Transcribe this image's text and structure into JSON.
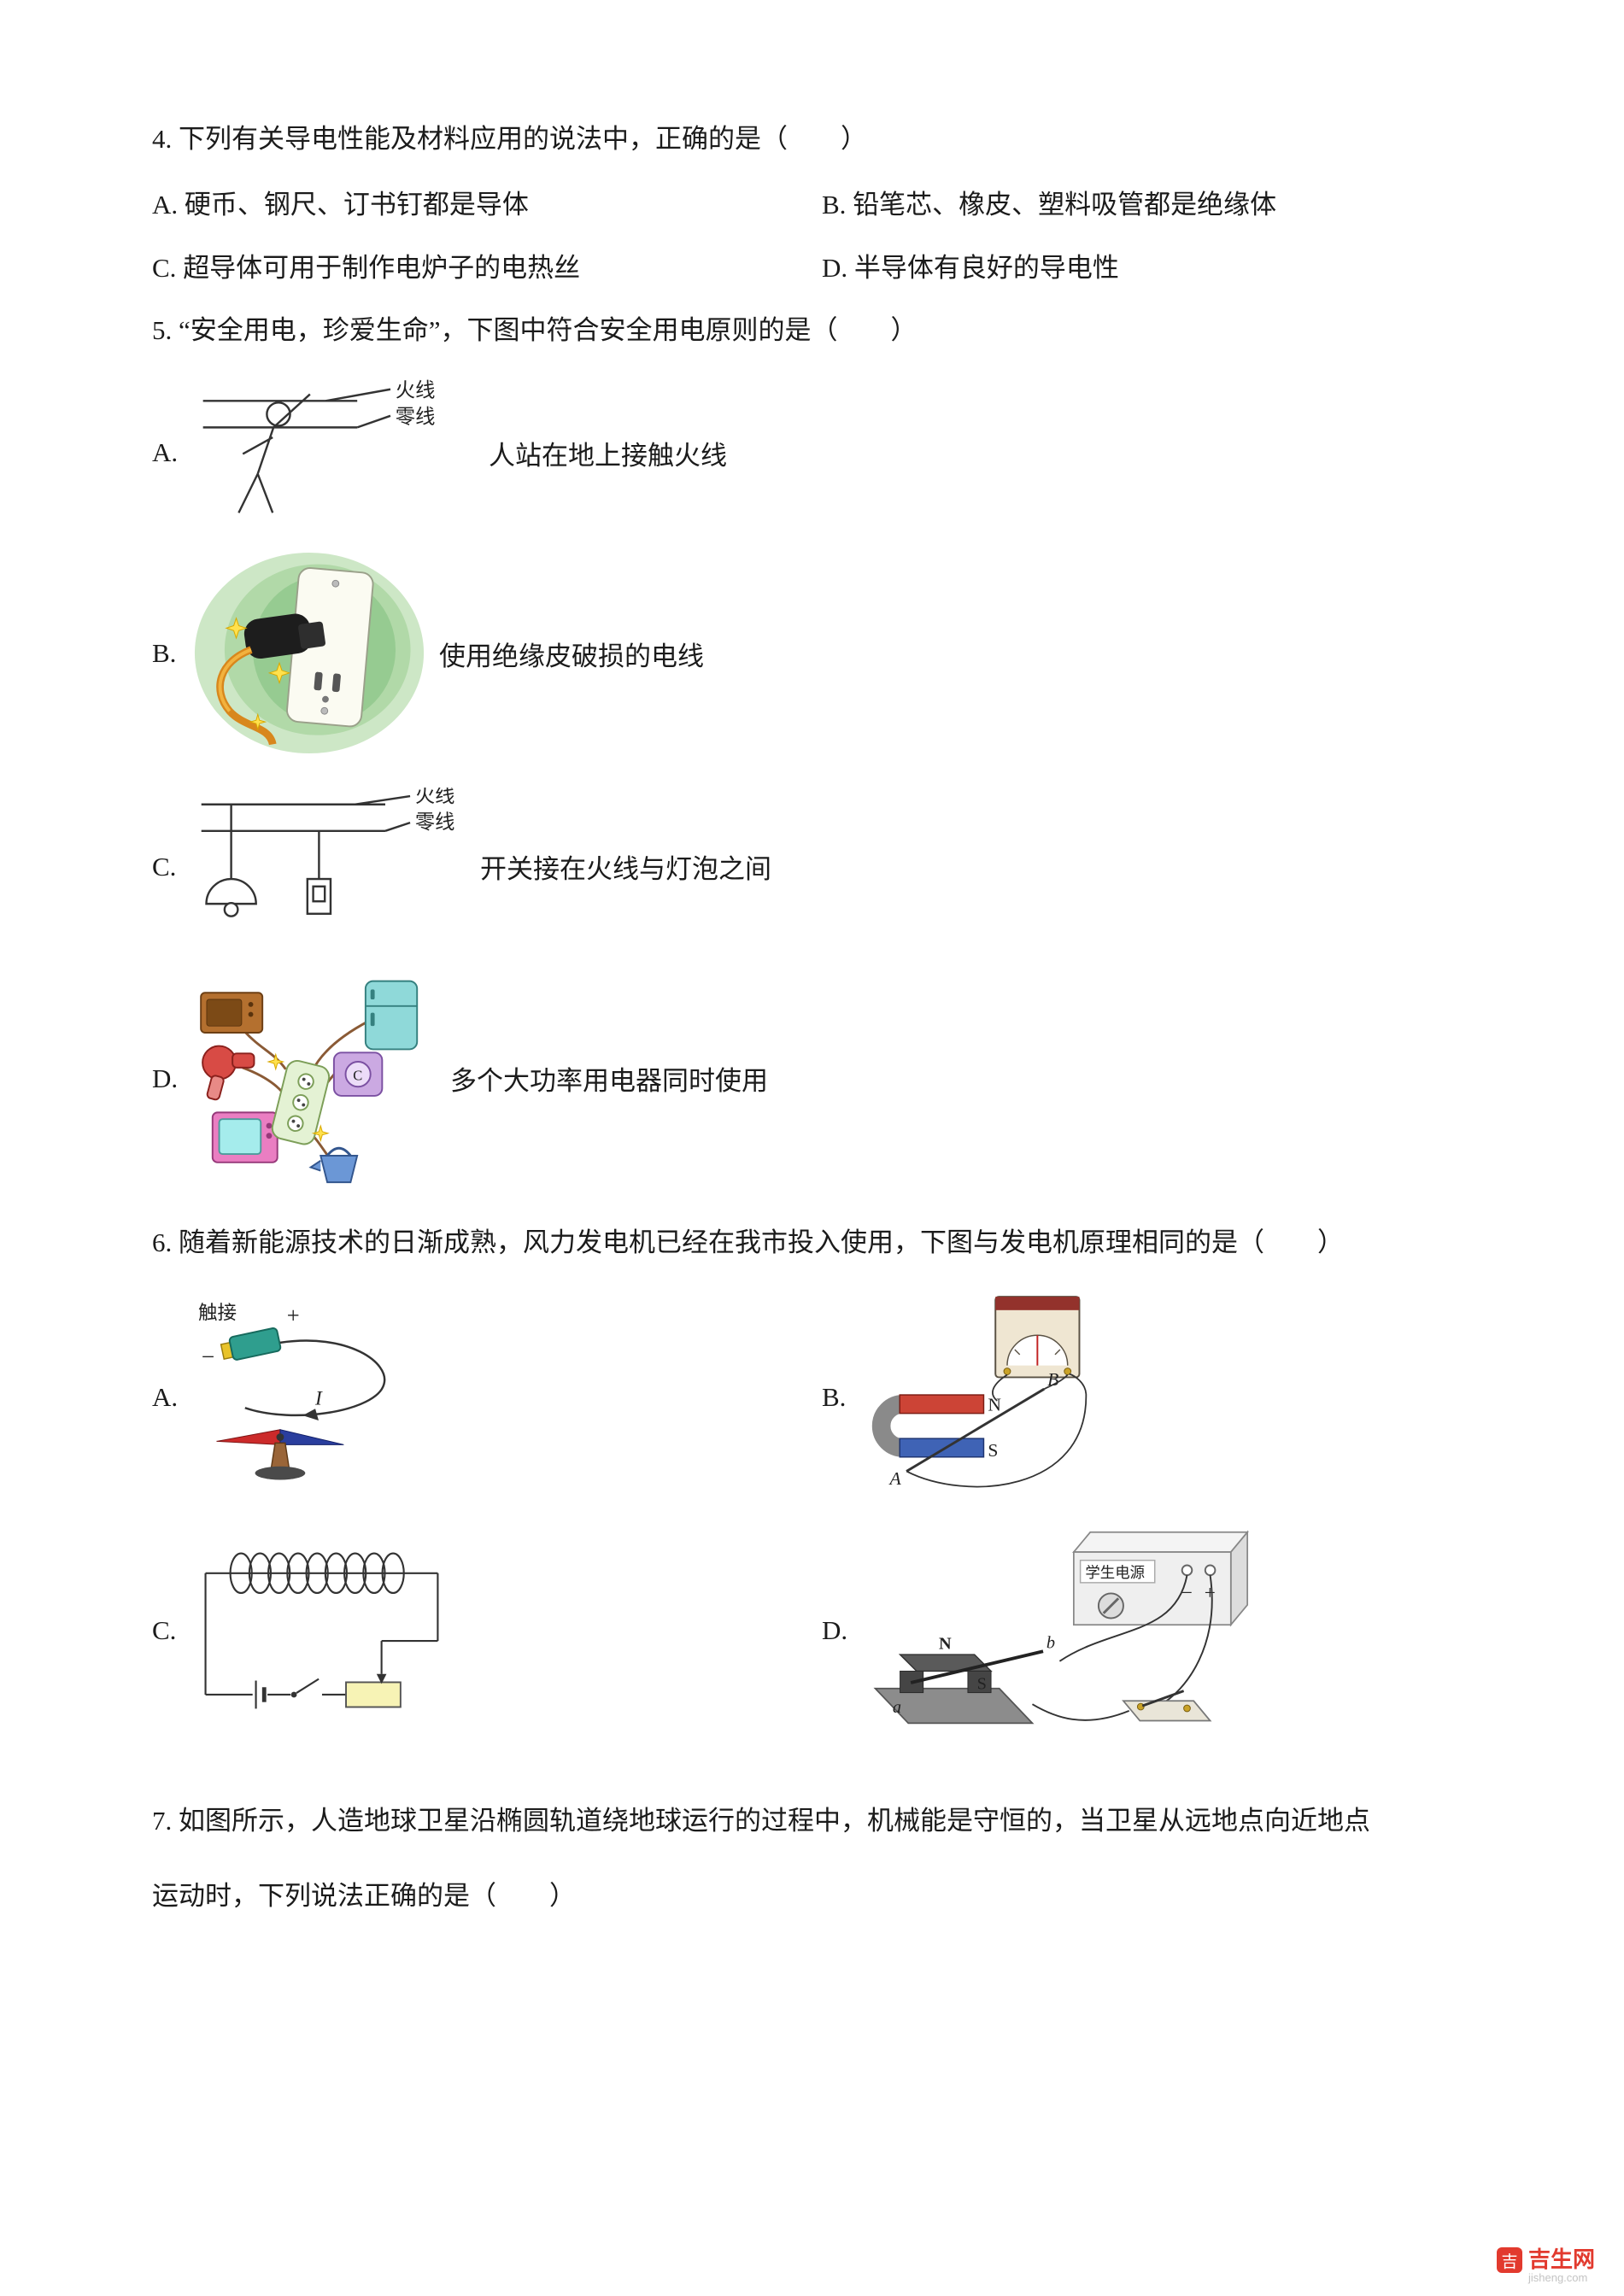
{
  "q4": {
    "stem": "4. 下列有关导电性能及材料应用的说法中，正确的是（　　）",
    "options": [
      {
        "label": "A. ",
        "text": "硬币、钢尺、订书钉都是导体"
      },
      {
        "label": "B. ",
        "text": "铅笔芯、橡皮、塑料吸管都是绝缘体"
      },
      {
        "label": "C. ",
        "text": "超导体可用于制作电炉子的电热丝"
      },
      {
        "label": "D. ",
        "text": "半导体有良好的导电性"
      }
    ]
  },
  "q5": {
    "stem": "5. “安全用电，珍爱生命”，下图中符合安全用电原则的是（　　）",
    "wire_labels": {
      "live": "火线",
      "neutral": "零线"
    },
    "options": [
      {
        "label": "A.",
        "caption": "人站在地上接触火线"
      },
      {
        "label": "B.",
        "caption": "使用绝缘皮破损的电线"
      },
      {
        "label": "C.",
        "caption": "开关接在火线与灯泡之间"
      },
      {
        "label": "D.",
        "caption": "多个大功率用电器同时使用"
      }
    ]
  },
  "q6": {
    "stem": "6. 随着新能源技术的日渐成熟，风力发电机已经在我市投入使用，下图与发电机原理相同的是（　　）",
    "options": [
      {
        "label": "A."
      },
      {
        "label": "B."
      },
      {
        "label": "C."
      },
      {
        "label": "D."
      }
    ],
    "diagram_a": {
      "touch": "触接",
      "plus": "+",
      "minus": "−",
      "current": "I"
    },
    "diagram_b": {
      "n": "N",
      "s": "S",
      "a": "A",
      "b": "B"
    },
    "diagram_d": {
      "supply": "学生电源",
      "minus": "−",
      "plus": "+",
      "n": "N",
      "s": "S",
      "a": "a",
      "b": "b"
    }
  },
  "q7": {
    "stem_line1": "7. 如图所示，人造地球卫星沿椭圆轨道绕地球运行的过程中，机械能是守恒的，当卫星从远地点向近地点",
    "stem_line2": "运动时，下列说法正确的是（　　）"
  },
  "watermark": {
    "icon_char": "吉",
    "name": "吉生网",
    "domain": "jisheng.com"
  }
}
